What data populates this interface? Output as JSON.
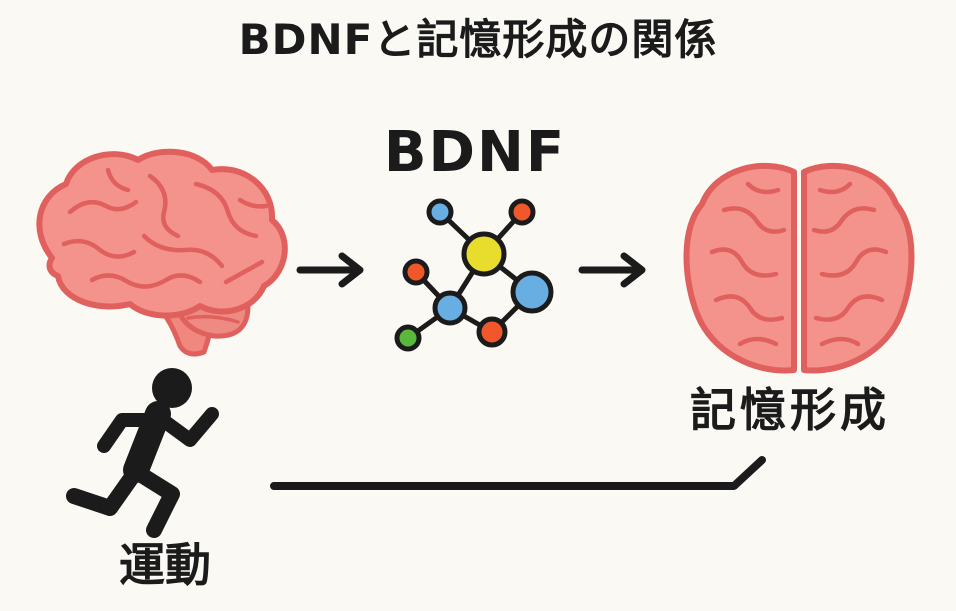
{
  "diagram": {
    "title": "BDNFと記憶形成の関係",
    "nodes": {
      "bdnf": {
        "label": "BDNF"
      },
      "memory": {
        "label": "記憶形成"
      },
      "exercise": {
        "label": "運動"
      }
    },
    "icons": {
      "brain_side": "brain-side-icon",
      "molecule": "molecule-network-icon",
      "brain_top": "brain-top-icon",
      "runner": "running-person-icon"
    },
    "colors": {
      "brain_fill": "#f4928c",
      "brain_stroke": "#e0605e",
      "ink": "#1b1b1b",
      "molecule_yellow": "#e8dd2c",
      "molecule_blue": "#68aee2",
      "molecule_orange": "#f0582c",
      "molecule_green": "#5ab83c"
    }
  }
}
